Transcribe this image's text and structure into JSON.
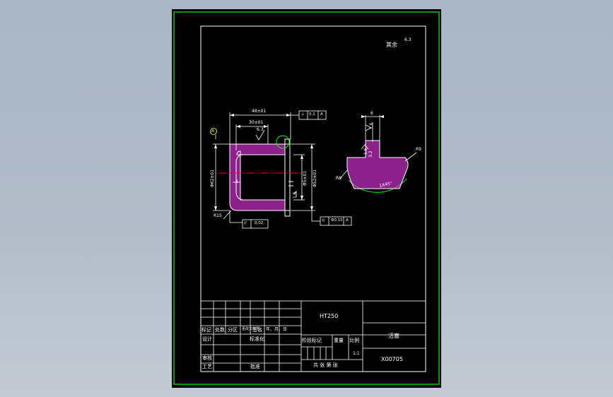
{
  "colors": {
    "background": "#b3bdca",
    "sheet": "#000000",
    "frame": "#00ff00",
    "line": "#ffffff",
    "hatch": "#ff3cff",
    "centerline": "#ff0000",
    "circle": "#00ff00",
    "datum_circle": "#ffff00"
  },
  "roughness_note": {
    "label": "其余",
    "value": "6.3"
  },
  "front_view": {
    "dim_outer_length": "48±01",
    "dim_inner_length": "30±01",
    "dim_wall": "4",
    "dim_left_dia": "Φ62±01",
    "dim_right_dia": "Φ52±01",
    "dim_right_inner": "Φ5±01",
    "roughness_top": "6.3",
    "roughness_right": "1.6",
    "radius_label": "R15",
    "datum_label": "A",
    "fcf_perp": {
      "symbol": "⊥",
      "tolerance": "0.1",
      "datum": "A"
    },
    "fcf_parallel": {
      "symbol": "//",
      "tolerance": "0.02"
    },
    "fcf_runout": {
      "symbol": "◎",
      "tolerance": "Φ0.15",
      "datum": "A"
    }
  },
  "detail_view": {
    "dim_width": "6",
    "roughness_1": "1.6",
    "roughness_2": "1.6",
    "roughness_3": "3.2",
    "chamfer": "1X45°",
    "radius_right": "R9",
    "radius_left": "R8"
  },
  "title_block": {
    "material": "HT250",
    "part_name": "活塞",
    "drawing_no": "X00705",
    "header_labels": [
      "标记",
      "处数",
      "分区",
      "更改文件号",
      "签名",
      "年、月、日"
    ],
    "design_label": "设计",
    "standardize_label": "标准化",
    "stage_label": "阶段标记",
    "weight_label": "重量",
    "scale_label": "比例",
    "scale_value": "1:1",
    "review_label": "审核",
    "process_label": "工艺",
    "approve_label": "批准",
    "sheets_text": "共  张  第  张"
  }
}
